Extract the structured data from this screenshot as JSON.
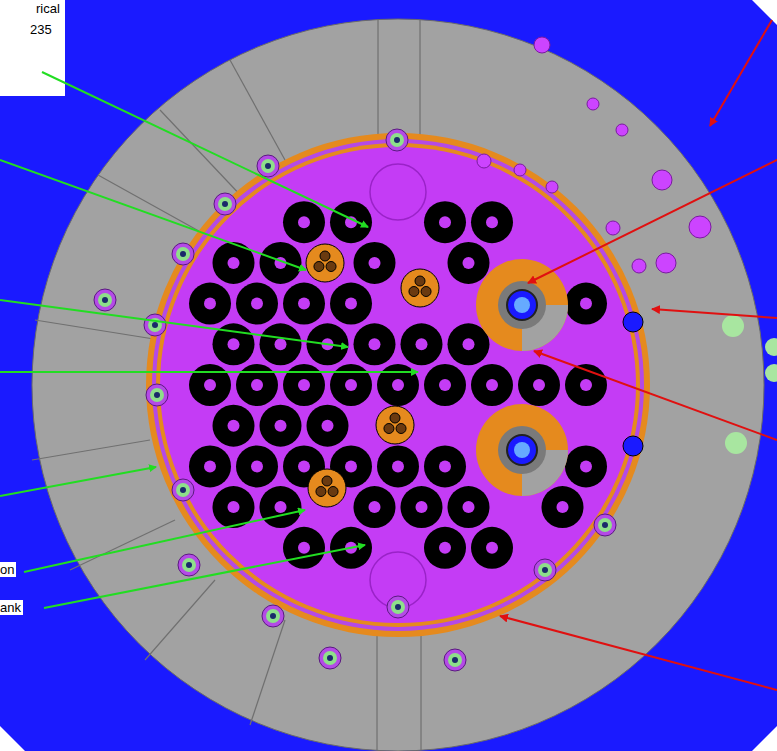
{
  "diagram": {
    "labels": [
      "rical",
      "235",
      "on",
      "ank"
    ]
  }
}
